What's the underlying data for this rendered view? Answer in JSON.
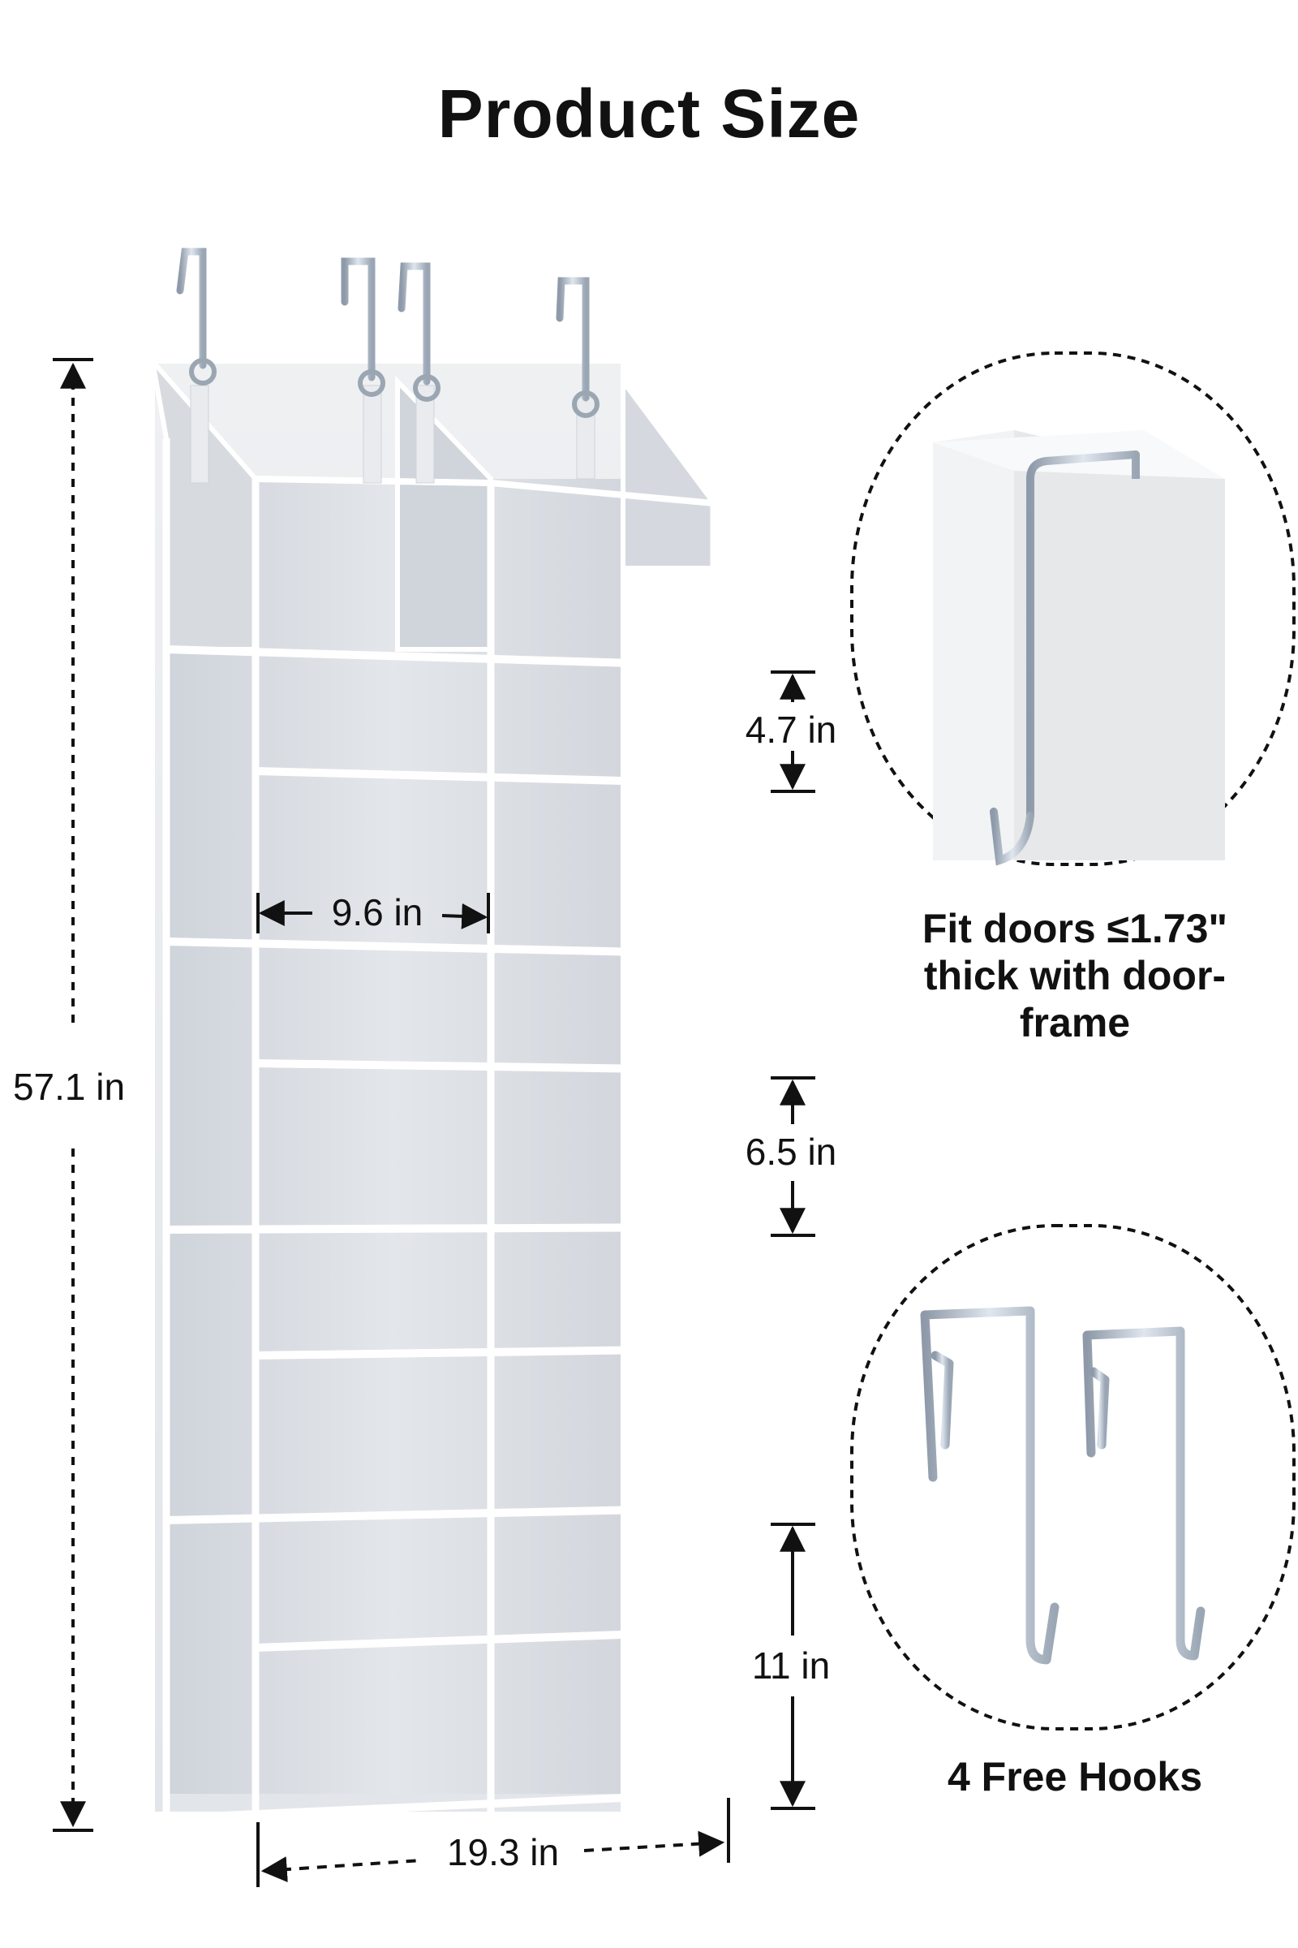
{
  "title": "Product Size",
  "dimensions": {
    "height_total": "57.1 in",
    "width_total": "19.3 in",
    "column_width": "9.6 in",
    "pocket_small": "4.7 in",
    "pocket_medium": "6.5 in",
    "pocket_large": "11 in"
  },
  "callouts": {
    "door_fit": "Fit doors ≤1.73\" thick with door-frame",
    "hooks": "4 Free Hooks"
  },
  "colors": {
    "frame": "#ffffff",
    "mesh": "#d9dde3",
    "hook": "#a9b4c2",
    "line": "#111111"
  },
  "icons": [
    "over-door-hook-icon",
    "hook-pair-icon"
  ]
}
